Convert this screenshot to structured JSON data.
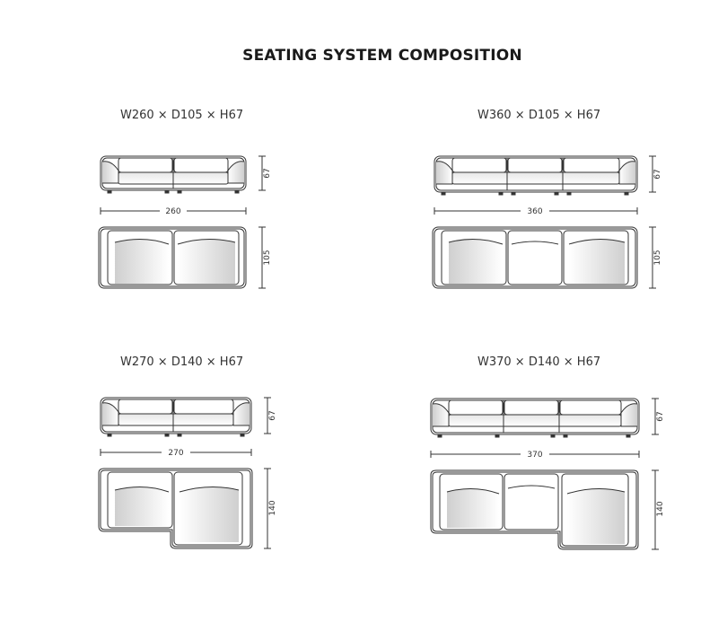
{
  "title": "SEATING SYSTEM COMPOSITION",
  "configurations": [
    {
      "id": "sofa-2-seat",
      "dimensions_label": "W260 × D105 × H67",
      "width_label": "260",
      "depth_label": "105",
      "height_label": "67"
    },
    {
      "id": "sofa-3-seat",
      "dimensions_label": "W360 × D105 × H67",
      "width_label": "360",
      "depth_label": "105",
      "height_label": "67"
    },
    {
      "id": "sofa-2-seat-chaise",
      "dimensions_label": "W270 × D140 × H67",
      "width_label": "270",
      "depth_label": "140",
      "height_label": "67"
    },
    {
      "id": "sofa-3-seat-chaise",
      "dimensions_label": "W370 × D140 × H67",
      "width_label": "370",
      "depth_label": "140",
      "height_label": "67"
    }
  ],
  "colors": {
    "line": "#333333",
    "shade": "#d9d9d9"
  }
}
